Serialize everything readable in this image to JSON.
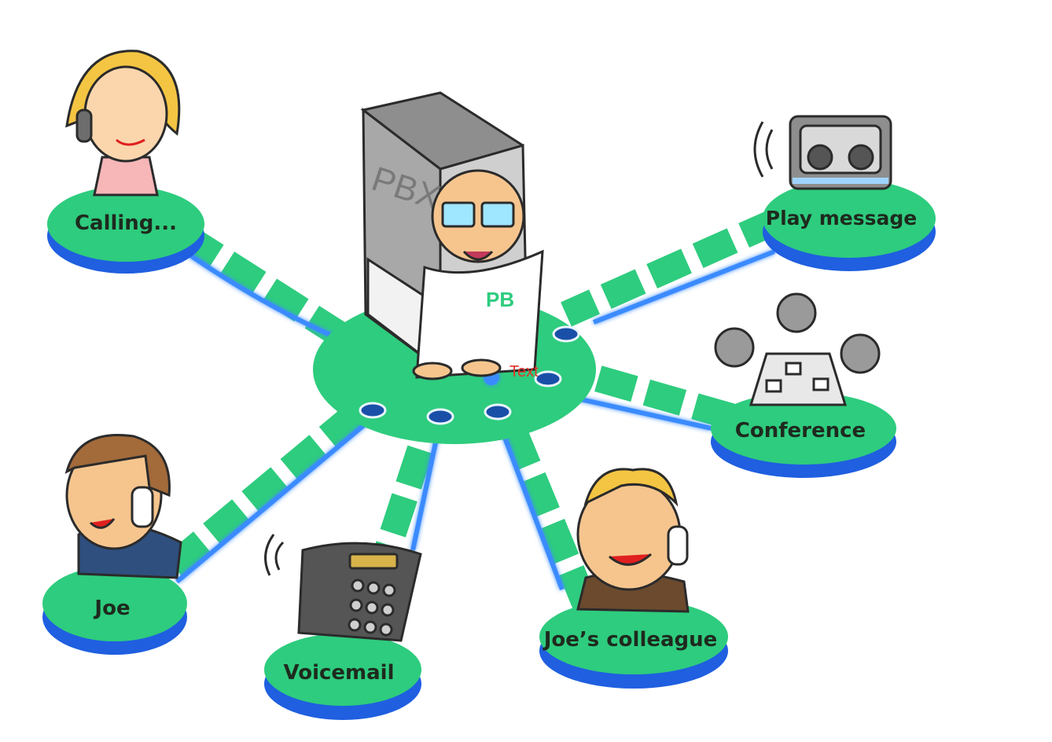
{
  "diagram": {
    "hub": {
      "name": "PBX",
      "badge": "PB",
      "stray_text": "Text"
    },
    "nodes": {
      "calling": {
        "label": "Calling..."
      },
      "play_message": {
        "label": "Play message"
      },
      "conference": {
        "label": "Conference"
      },
      "joe": {
        "label": "Joe"
      },
      "voicemail": {
        "label": "Voicemail"
      },
      "colleague": {
        "label": "Joe’s colleague"
      }
    },
    "colors": {
      "platform": "#2ecc7e",
      "platform_shadow": "#1f5fe0",
      "path": "#2ecc7e",
      "signal": "#3a8bff"
    }
  }
}
